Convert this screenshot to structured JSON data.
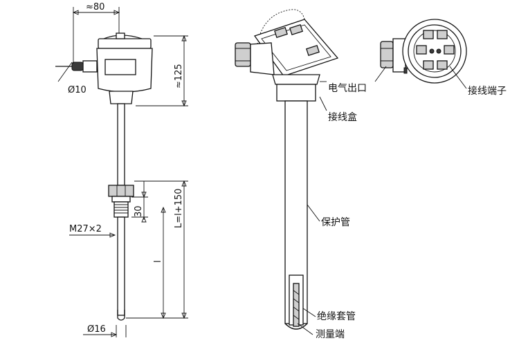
{
  "dimensions": {
    "width_head": "≈80",
    "height_head": "≈125",
    "cable_dia": "Ø10",
    "thread": "M27×2",
    "thread_len": "30",
    "total_len": "L=l+150",
    "insert_len": "l",
    "tube_dia": "Ø16"
  },
  "labels": {
    "cable_outlet": "电气出口",
    "junction_box": "接线盒",
    "protection_tube": "保护管",
    "insulation_sleeve": "绝缘套管",
    "measuring_end": "测量端",
    "terminal": "接线端子"
  }
}
